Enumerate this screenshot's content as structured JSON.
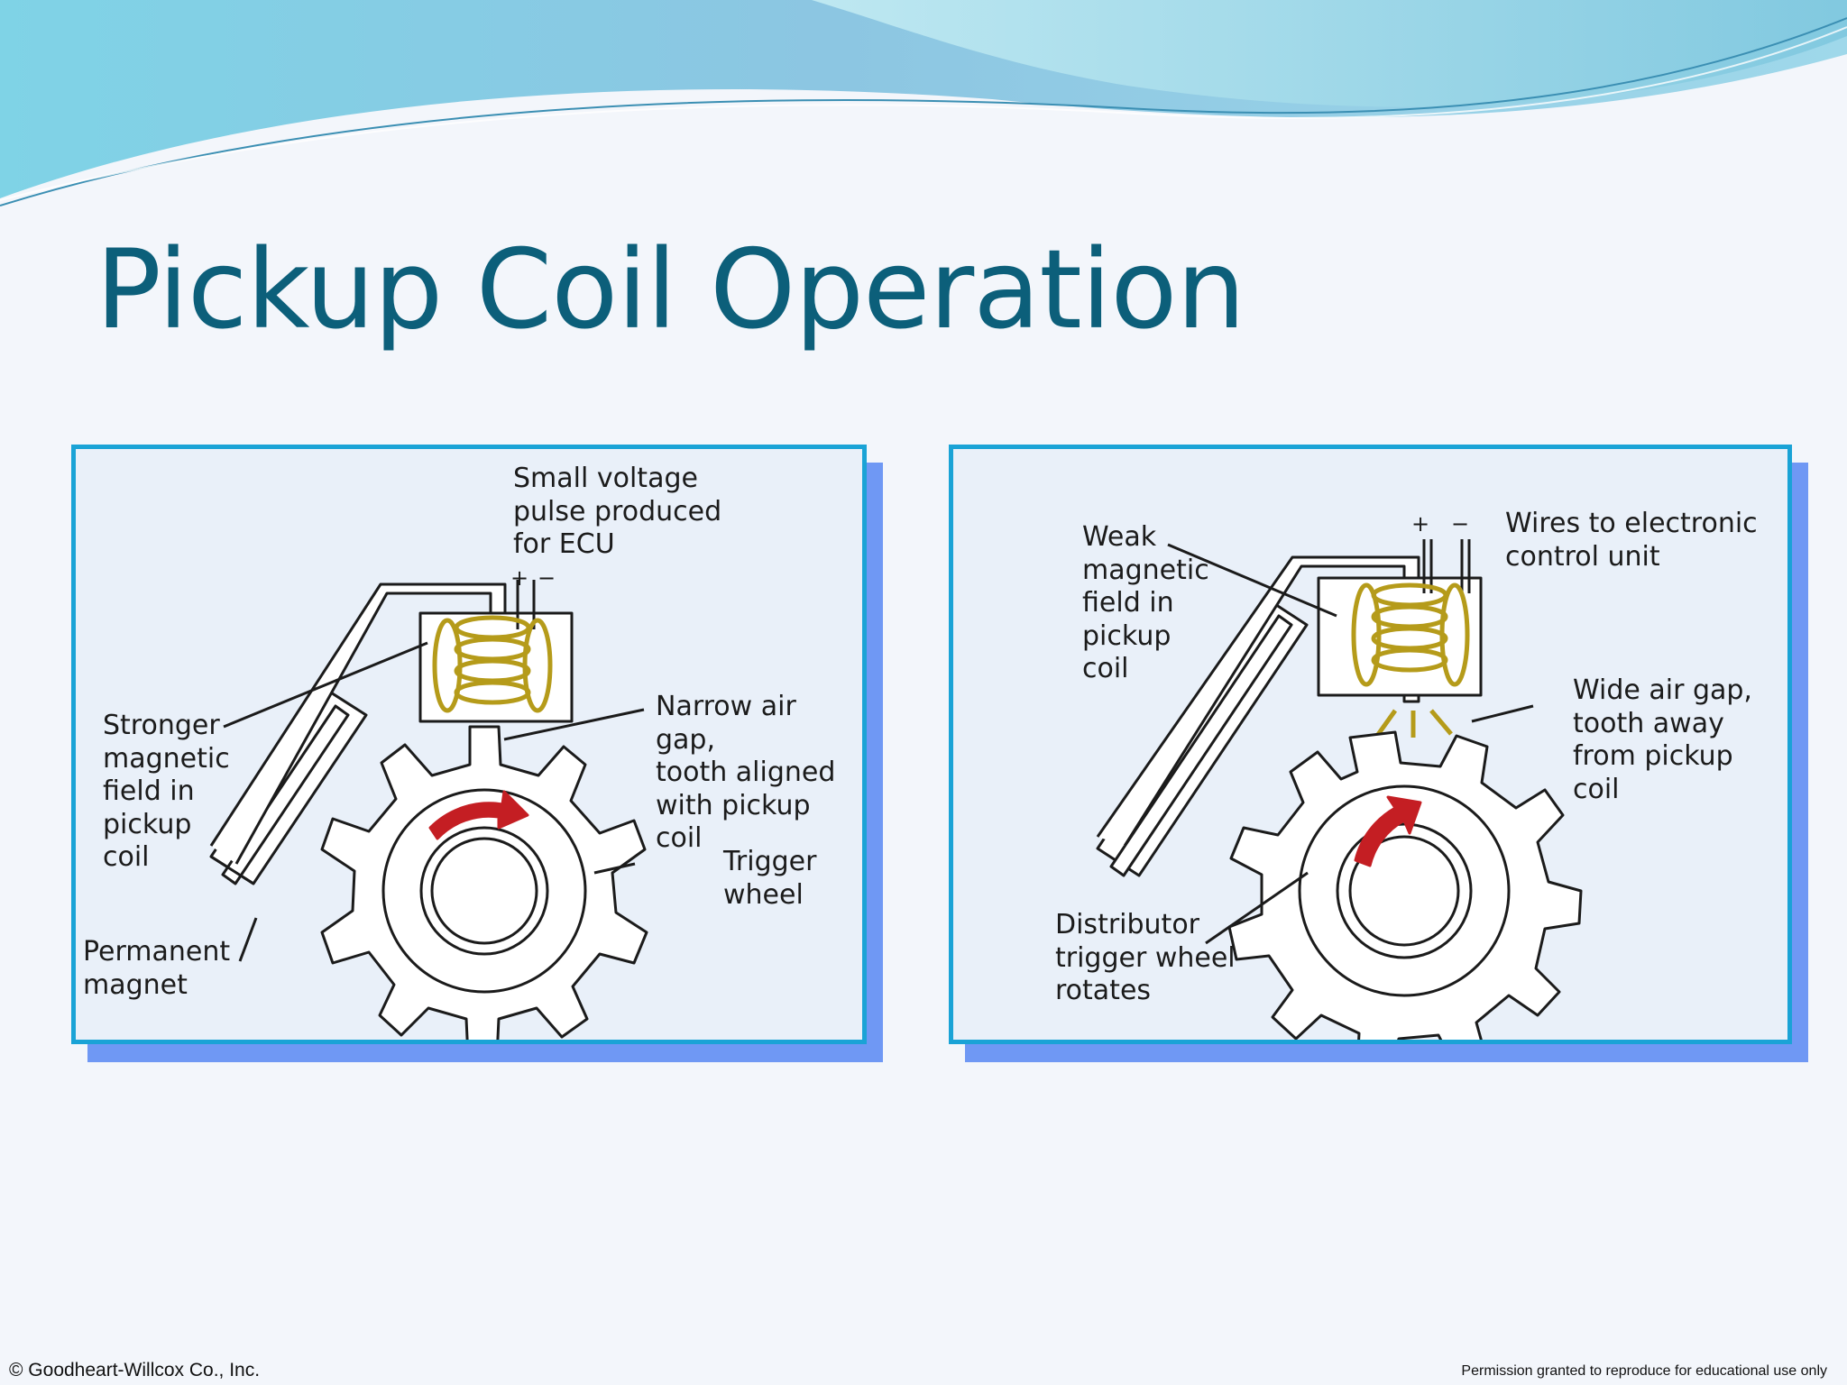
{
  "slide": {
    "title": "Pickup Coil Operation",
    "colors": {
      "title": "#0c5f7a",
      "panel_border": "#1aa3d6",
      "panel_shadow": "#6f98f4",
      "panel_bg": "#e9f0f9"
    }
  },
  "left_diagram": {
    "labels": {
      "voltage_pulse": "Small voltage\npulse produced\nfor ECU",
      "plus": "+",
      "minus": "−",
      "stronger_field": "Stronger\nmagnetic\nfield in\npickup\ncoil",
      "narrow_gap": "Narrow air gap,\ntooth aligned\nwith pickup coil",
      "trigger_wheel": "Trigger\nwheel",
      "permanent_magnet": "Permanent\nmagnet"
    }
  },
  "right_diagram": {
    "labels": {
      "plus": "+",
      "minus": "−",
      "wires": "Wires to electronic\ncontrol unit",
      "weak_field": "Weak\nmagnetic\nfield in\npickup\ncoil",
      "wide_gap": "Wide air gap,\ntooth away\nfrom pickup coil",
      "distributor_wheel": "Distributor\ntrigger wheel\nrotates"
    }
  },
  "footer": {
    "copyright": "© Goodheart-Willcox Co., Inc.",
    "permission": "Permission granted to reproduce for educational use only"
  }
}
